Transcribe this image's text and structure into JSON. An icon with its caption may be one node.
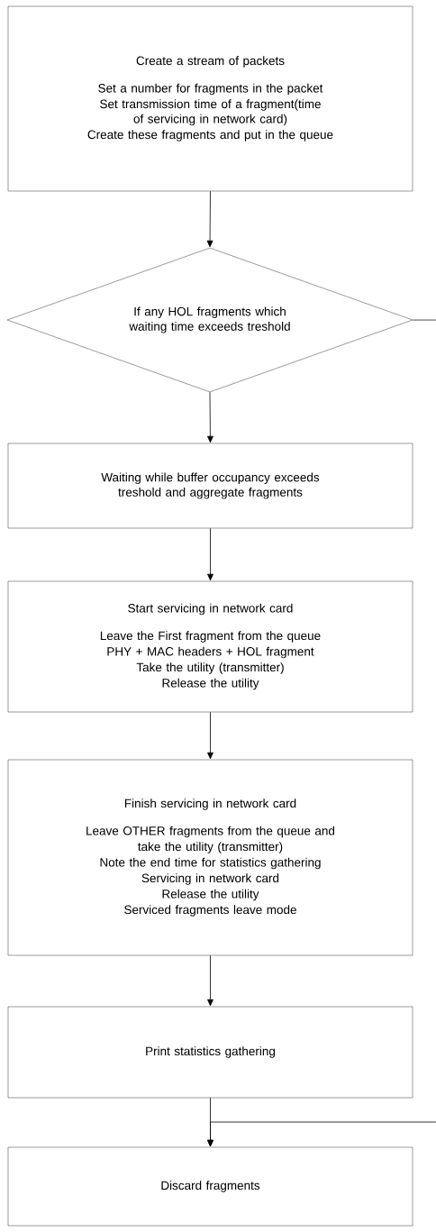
{
  "diagram": {
    "nodes": [
      {
        "text": [
          "Create a stream of packets",
          "Set a number for fragments in the packet",
          "Set transmission time of a fragment(time of servicing in network card)",
          "Create these fragments and put in the queue"
        ]
      },
      {
        "text": [
          "If any HOL fragments which waiting time exceeds treshold"
        ]
      },
      {
        "text": [
          "Waiting while buffer occupancy exceeds treshold and aggregate fragments"
        ]
      },
      {
        "text": [
          "Start servicing in network card",
          "Leave the First fragment from the queue",
          "PHY + MAC headers + HOL fragment",
          "Take the utility (transmitter)",
          "Release the utility"
        ]
      },
      {
        "text": [
          "Finish servicing in network card",
          "Leave OTHER fragments from the queue and",
          "take the utility (transmitter)",
          "Note the end time for statistics gathering",
          "Servicing in network card",
          "Release the utility",
          "Serviced fragments leave mode"
        ]
      },
      {
        "text": [
          "Print statistics gathering"
        ]
      },
      {
        "text": [
          "Discard fragments"
        ]
      }
    ],
    "edges": [
      {
        "from": 0,
        "to": 1,
        "arrow": "to"
      },
      {
        "from": 1,
        "to": 2,
        "arrow": "to"
      },
      {
        "from": 2,
        "to": 3,
        "arrow": "to"
      },
      {
        "from": 3,
        "to": 4,
        "arrow": "to"
      },
      {
        "from": 4,
        "to": 5,
        "arrow": "to"
      },
      {
        "from": 5,
        "to": 6,
        "arrow": "to"
      },
      {
        "from": 1,
        "to": null,
        "arrow": "none"
      },
      {
        "from": null,
        "to": 6,
        "arrow": "to"
      }
    ]
  }
}
